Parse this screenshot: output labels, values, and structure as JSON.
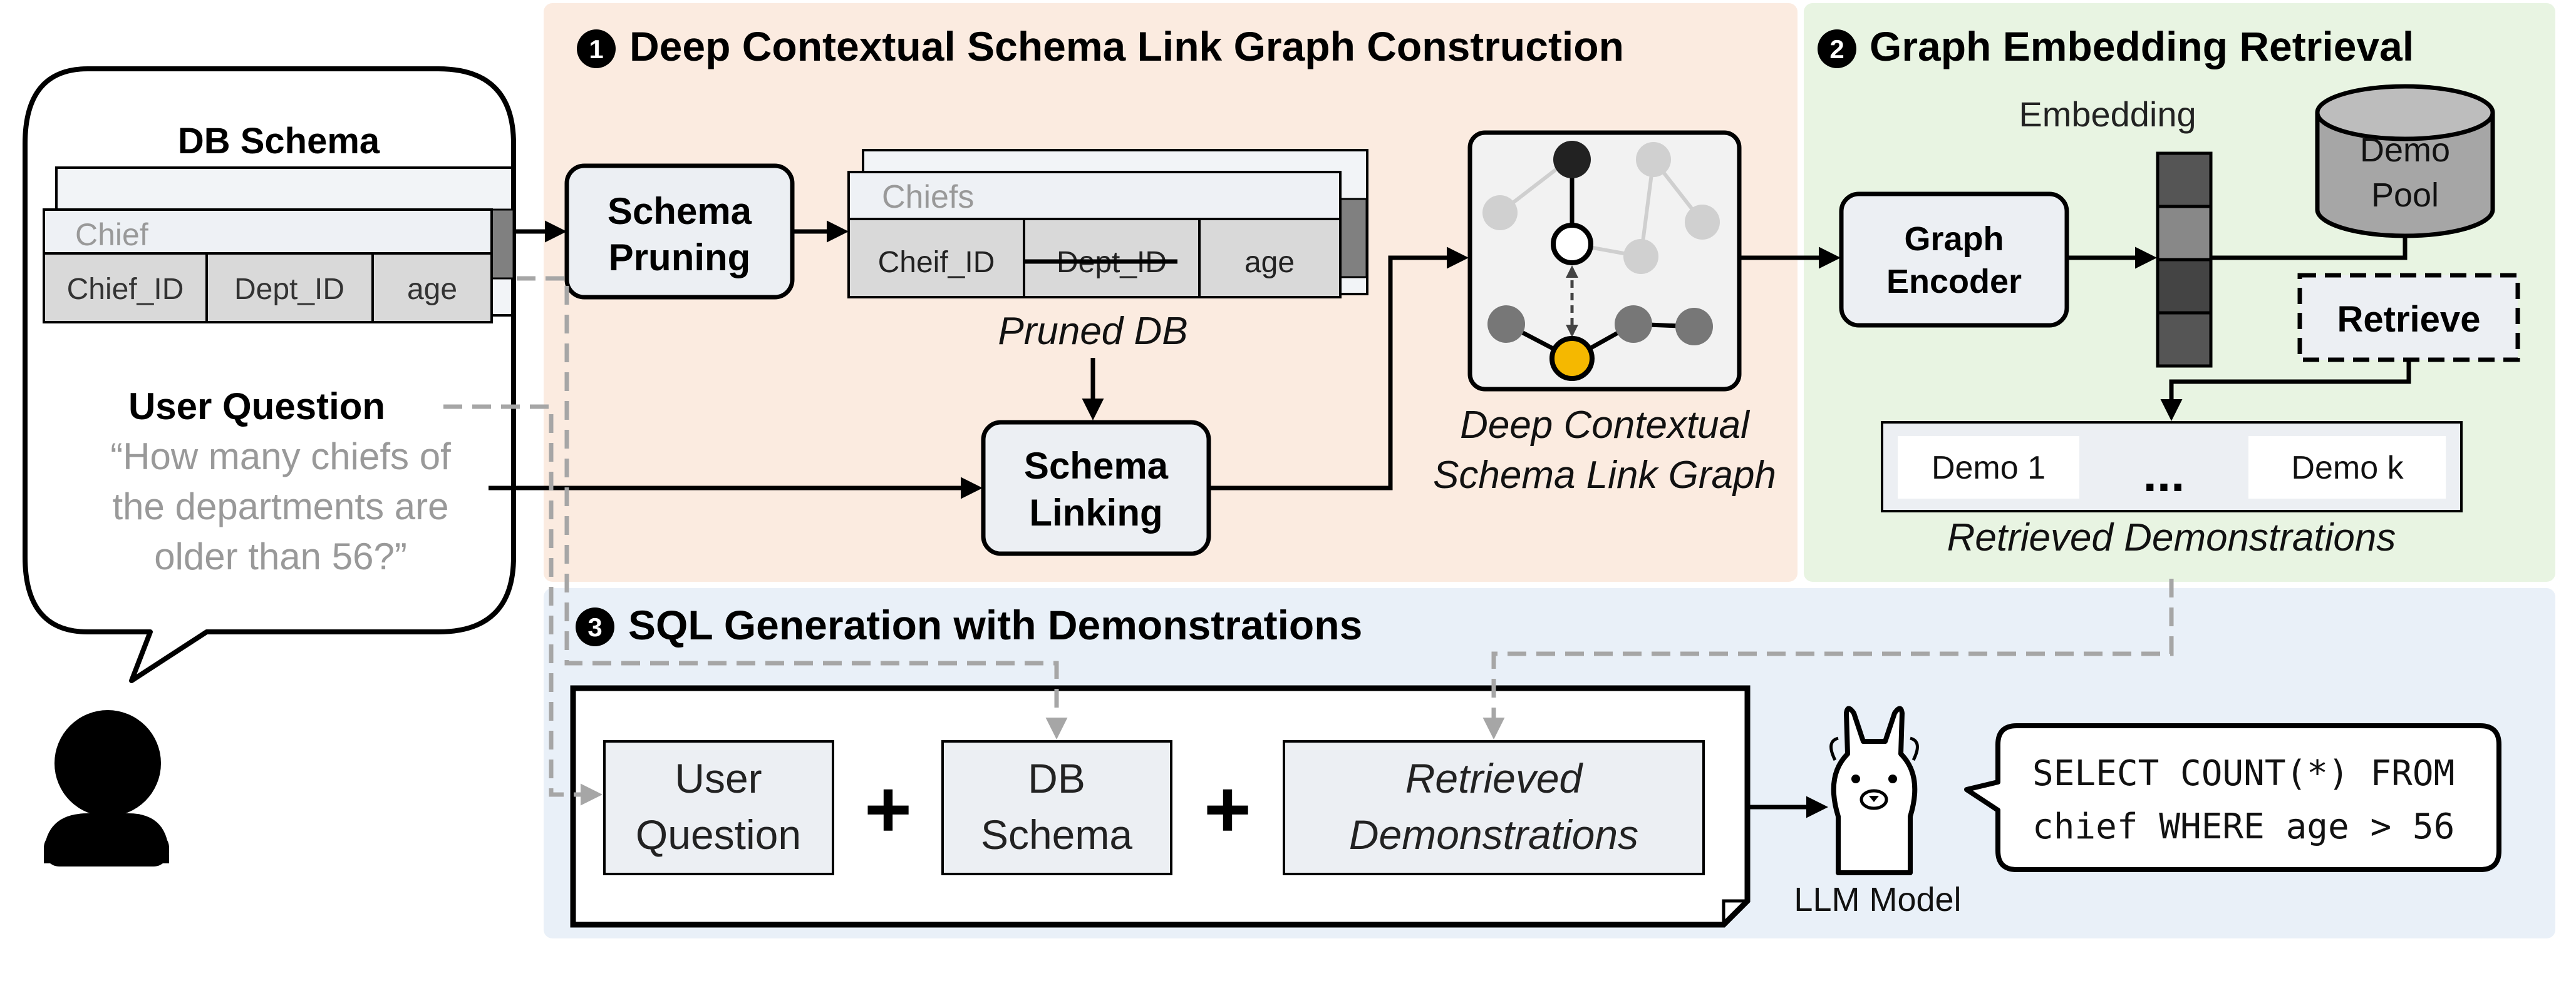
{
  "sections": {
    "s1": {
      "number": "1",
      "title": "Deep Contextual Schema Link Graph Construction"
    },
    "s2": {
      "number": "2",
      "title": "Graph Embedding Retrieval"
    },
    "s3": {
      "number": "3",
      "title": "SQL Generation with Demonstrations"
    }
  },
  "user_bubble": {
    "db_schema_title": "DB Schema",
    "table_name": "Chief",
    "columns": [
      "Chief_ID",
      "Dept_ID",
      "age"
    ],
    "question_title": "User Question",
    "question_lines": [
      "“How many chiefs of",
      "the departments are",
      "older than 56?”"
    ]
  },
  "boxes": {
    "schema_pruning": [
      "Schema",
      "Pruning"
    ],
    "schema_linking": [
      "Schema",
      "Linking"
    ],
    "graph_encoder": [
      "Graph",
      "Encoder"
    ],
    "retrieve": "Retrieve",
    "demo_pool": [
      "Demo",
      "Pool"
    ]
  },
  "pruned_db": {
    "table_name": "Chiefs",
    "columns": [
      "Cheif_ID",
      "Dept_ID",
      "age"
    ],
    "caption": "Pruned DB"
  },
  "graph_caption": [
    "Deep Contextual",
    "Schema Link Graph"
  ],
  "embedding_label": "Embedding",
  "demonstrations": {
    "items": [
      "Demo 1",
      "...",
      "Demo k"
    ],
    "caption": "Retrieved Demonstrations"
  },
  "prompt": {
    "parts": [
      [
        "User",
        "Question"
      ],
      [
        "DB",
        "Schema"
      ],
      [
        "Retrieved",
        "Demonstrations"
      ]
    ],
    "plus": "+"
  },
  "llm": {
    "label": "LLM Model"
  },
  "sql_output": [
    "SELECT COUNT(*) FROM",
    "chief WHERE age > 56"
  ],
  "colors": {
    "section1_bg": "#fbebe0",
    "section2_bg": "#e8f4e2",
    "section3_bg": "#e9f0f8",
    "accent_node": "#f5b800",
    "box_fill": "#eceff3",
    "dashed_arrow": "#a6a6a6"
  }
}
